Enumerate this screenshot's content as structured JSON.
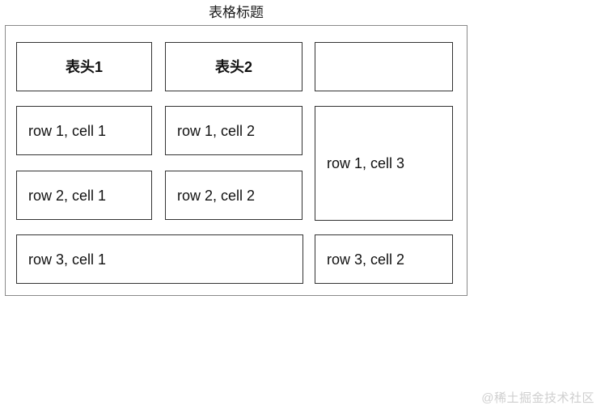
{
  "table": {
    "caption": "表格标题",
    "headers": [
      {
        "label": "表头1"
      },
      {
        "label": "表头2"
      },
      {
        "label": ""
      }
    ],
    "rows": [
      {
        "cells": [
          {
            "text": "row 1, cell 1"
          },
          {
            "text": "row 1, cell 2"
          },
          {
            "text": "row 1, cell 3",
            "rowspan": 2
          }
        ]
      },
      {
        "cells": [
          {
            "text": "row 2, cell 1"
          },
          {
            "text": "row 2, cell 2"
          }
        ]
      },
      {
        "cells": [
          {
            "text": "row 3, cell 1",
            "colspan": 2
          },
          {
            "text": "row 3, cell 2"
          }
        ]
      }
    ]
  },
  "watermark": {
    "text": "@稀土掘金技术社区"
  },
  "colors": {
    "page_background": "#ffffff",
    "outer_border": "#8a8a8a",
    "cell_border": "#333333",
    "text": "#111111",
    "caption_text": "#1a1a1a",
    "watermark_text": "#cfcfcf"
  }
}
